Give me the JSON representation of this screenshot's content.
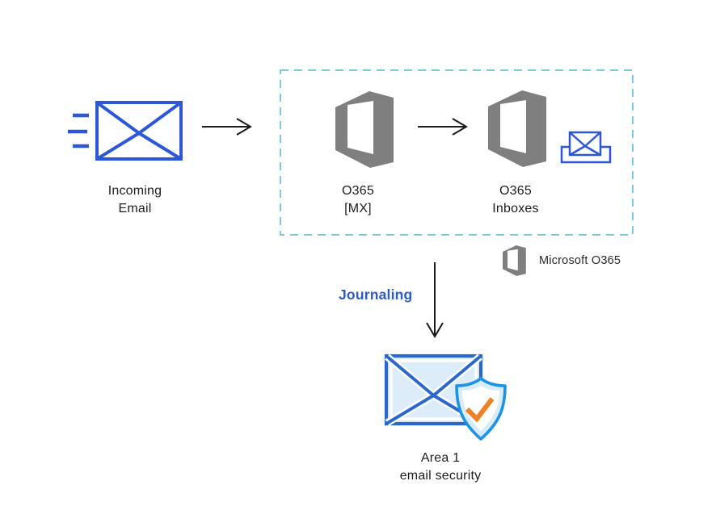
{
  "diagram": {
    "nodes": {
      "incoming_email": {
        "line1": "Incoming",
        "line2": "Email"
      },
      "o365_mx": {
        "line1": "O365",
        "line2": "[MX]"
      },
      "o365_inboxes": {
        "line1": "O365",
        "line2": "Inboxes"
      },
      "area1": {
        "line1": "Area 1",
        "line2": "email security"
      }
    },
    "flow": {
      "journaling_label": "Journaling"
    },
    "legend": {
      "label": "Microsoft O365"
    },
    "icons": {
      "incoming_email": "envelope-with-speed-lines-icon",
      "o365_logo": "microsoft-office-logo-icon",
      "inbox": "inbox-tray-envelope-icon",
      "area1": "envelope-with-shield-check-icon"
    },
    "colors": {
      "envelope_blue": "#2B57D8",
      "area1_envelope_blue": "#2A68CD",
      "shield_blue": "#1E93E6",
      "light_blue_fill": "#DCEDF9",
      "check_orange": "#EE8125",
      "office_gray": "#7F7F7F",
      "boundary_dash": "#7DCADF",
      "journaling_text": "#2E5BC7",
      "label_text": "#1D1D1D",
      "arrow_black": "#1A1A1A"
    }
  }
}
